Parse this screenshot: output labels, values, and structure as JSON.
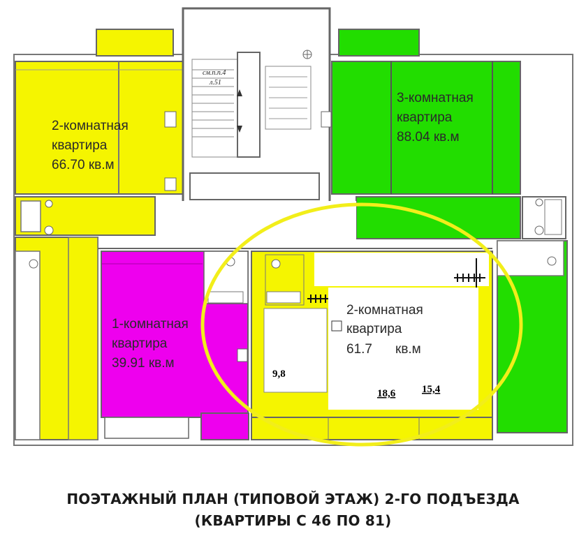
{
  "apartments": [
    {
      "id": "left-top",
      "line1": "2-комнатная",
      "line2": "квартира",
      "area": "66.70 кв.м",
      "color": "#f5f500"
    },
    {
      "id": "right-top",
      "line1": "3-комнатная",
      "line2": "квартира",
      "area": "88.04 кв.м",
      "color": "#22dd00"
    },
    {
      "id": "left-bottom",
      "line1": "1-комнатная",
      "line2": "квартира",
      "area": "39.91 кв.м",
      "color": "#ee00ee"
    },
    {
      "id": "center-bottom",
      "line1": "2-комнатная",
      "line2": "квартира",
      "area_num": "61.7",
      "area_unit": "кв.м",
      "color": "#f5f500"
    }
  ],
  "room_areas": [
    "9,8",
    "18,6",
    "15,4"
  ],
  "stair_note": {
    "line1": "см.п.п.4",
    "line2": "л.51"
  },
  "colors": {
    "yellow": "#f5f500",
    "green": "#22dd00",
    "magenta": "#ee00ee",
    "walls": "#555555",
    "highlight": "#f2ee1a"
  },
  "caption": {
    "line1": "ПОЭТАЖНЫЙ ПЛАН (ТИПОВОЙ ЭТАЖ) 2-ГО ПОДЪЕЗДА",
    "line2": "(КВАРТИРЫ С 46 ПО 81)"
  }
}
